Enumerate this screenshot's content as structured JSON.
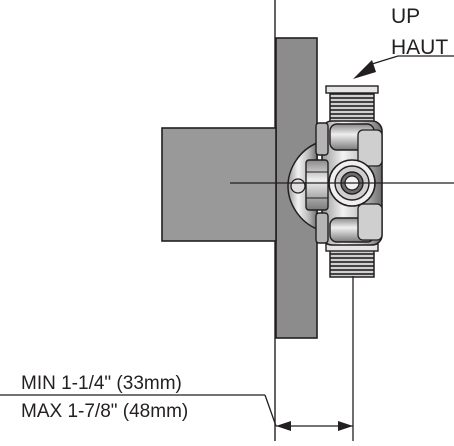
{
  "annotations": {
    "up": "UP",
    "haut": "HAUT",
    "min_depth": "MIN 1-1/4\" (33mm)",
    "max_depth": "MAX 1-7/8\" (48mm)"
  },
  "colors": {
    "line": "#231f20",
    "wall_gray": "#8c8c8c",
    "block_gray": "#999999",
    "metal_light": "#d9d9d9",
    "metal_dark": "#4d4d4d",
    "background": "#ffffff"
  }
}
